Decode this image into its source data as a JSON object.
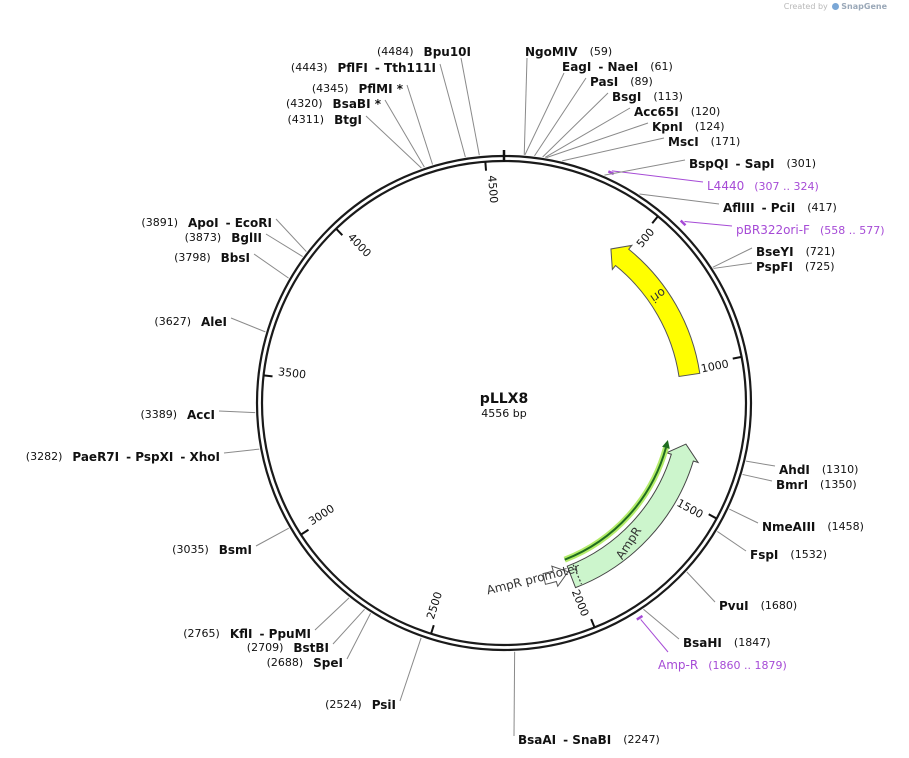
{
  "credit": {
    "prefix": "Created by",
    "brand": "SnapGene"
  },
  "plasmid": {
    "name": "pLLX8",
    "length_label": "4556 bp",
    "length": 4556
  },
  "ticks": [
    {
      "label": "500",
      "bp": 500
    },
    {
      "label": "1000",
      "bp": 1000
    },
    {
      "label": "1500",
      "bp": 1500
    },
    {
      "label": "2000",
      "bp": 2000
    },
    {
      "label": "2500",
      "bp": 2500
    },
    {
      "label": "3000",
      "bp": 3000
    },
    {
      "label": "3500",
      "bp": 3500
    },
    {
      "label": "4000",
      "bp": 4000
    },
    {
      "label": "4500",
      "bp": 4500
    }
  ],
  "sites": [
    {
      "pos": "(59)",
      "bp": 59,
      "names": [
        "NgoMIV"
      ],
      "side": "right"
    },
    {
      "pos": "(61)",
      "bp": 61,
      "names": [
        "EagI",
        "NaeI"
      ],
      "side": "right"
    },
    {
      "pos": "(89)",
      "bp": 89,
      "names": [
        "PasI"
      ],
      "side": "right"
    },
    {
      "pos": "(113)",
      "bp": 113,
      "names": [
        "BsgI"
      ],
      "side": "right"
    },
    {
      "pos": "(120)",
      "bp": 120,
      "names": [
        "Acc65I"
      ],
      "side": "right"
    },
    {
      "pos": "(124)",
      "bp": 124,
      "names": [
        "KpnI"
      ],
      "side": "right"
    },
    {
      "pos": "(171)",
      "bp": 171,
      "names": [
        "MscI"
      ],
      "side": "right"
    },
    {
      "pos": "(301)",
      "bp": 301,
      "names": [
        "BspQI",
        "SapI"
      ],
      "side": "right"
    },
    {
      "pos": "(417)",
      "bp": 417,
      "names": [
        "AflIII",
        "PciI"
      ],
      "side": "right"
    },
    {
      "pos": "(721)",
      "bp": 721,
      "names": [
        "BseYI"
      ],
      "side": "right"
    },
    {
      "pos": "(725)",
      "bp": 725,
      "names": [
        "PspFI"
      ],
      "side": "right"
    },
    {
      "pos": "(1310)",
      "bp": 1310,
      "names": [
        "AhdI"
      ],
      "side": "right"
    },
    {
      "pos": "(1350)",
      "bp": 1350,
      "names": [
        "BmrI"
      ],
      "side": "right"
    },
    {
      "pos": "(1458)",
      "bp": 1458,
      "names": [
        "NmeAIII"
      ],
      "side": "right"
    },
    {
      "pos": "(1532)",
      "bp": 1532,
      "names": [
        "FspI"
      ],
      "side": "right"
    },
    {
      "pos": "(1680)",
      "bp": 1680,
      "names": [
        "PvuI"
      ],
      "side": "right"
    },
    {
      "pos": "(1847)",
      "bp": 1847,
      "names": [
        "BsaHI"
      ],
      "side": "right"
    },
    {
      "pos": "(2247)",
      "bp": 2247,
      "names": [
        "BsaAI",
        "SnaBI"
      ],
      "side": "right"
    },
    {
      "pos": "(2524)",
      "bp": 2524,
      "names": [
        "PsiI"
      ],
      "side": "left"
    },
    {
      "pos": "(2688)",
      "bp": 2688,
      "names": [
        "SpeI"
      ],
      "side": "left"
    },
    {
      "pos": "(2709)",
      "bp": 2709,
      "names": [
        "BstBI"
      ],
      "side": "left"
    },
    {
      "pos": "(2765)",
      "bp": 2765,
      "names": [
        "KflI",
        "PpuMI"
      ],
      "side": "left"
    },
    {
      "pos": "(3035)",
      "bp": 3035,
      "names": [
        "BsmI"
      ],
      "side": "left"
    },
    {
      "pos": "(3282)",
      "bp": 3282,
      "names": [
        "PaeR7I",
        "PspXI",
        "XhoI"
      ],
      "side": "left"
    },
    {
      "pos": "(3389)",
      "bp": 3389,
      "names": [
        "AccI"
      ],
      "side": "left"
    },
    {
      "pos": "(3627)",
      "bp": 3627,
      "names": [
        "AleI"
      ],
      "side": "left"
    },
    {
      "pos": "(3798)",
      "bp": 3798,
      "names": [
        "BbsI"
      ],
      "side": "left"
    },
    {
      "pos": "(3873)",
      "bp": 3873,
      "names": [
        "BglII"
      ],
      "side": "left"
    },
    {
      "pos": "(3891)",
      "bp": 3891,
      "names": [
        "ApoI",
        "EcoRI"
      ],
      "side": "left"
    },
    {
      "pos": "(4311)",
      "bp": 4311,
      "names": [
        "BtgI"
      ],
      "side": "left"
    },
    {
      "pos": "(4320)",
      "bp": 4320,
      "names": [
        "BsaBI *"
      ],
      "side": "left"
    },
    {
      "pos": "(4345)",
      "bp": 4345,
      "names": [
        "PflMI *"
      ],
      "side": "left"
    },
    {
      "pos": "(4443)",
      "bp": 4443,
      "names": [
        "PflFI",
        "Tth111I"
      ],
      "side": "left"
    },
    {
      "pos": "(4484)",
      "bp": 4484,
      "names": [
        "Bpu10I"
      ],
      "side": "left"
    }
  ],
  "primers": [
    {
      "name": "L4440",
      "range": "(307 .. 324)",
      "start": 307,
      "end": 324
    },
    {
      "name": "pBR322ori-F",
      "range": "(558 .. 577)",
      "start": 558,
      "end": 577
    },
    {
      "name": "Amp-R",
      "range": "(1860 .. 1879)",
      "start": 1860,
      "end": 1879
    }
  ],
  "features": [
    {
      "name": "ori",
      "start": 1030,
      "end": 440,
      "direction": "reverse",
      "color": "#ffff00"
    },
    {
      "name": "AmpR",
      "start": 2010,
      "end": 1300,
      "direction": "reverse",
      "color": "#ccf5cc"
    },
    {
      "name": "AmpR promoter",
      "start": 2115,
      "end": 2015,
      "direction": "reverse",
      "color": "#ffffff"
    }
  ],
  "orf": {
    "start": 2010,
    "end": 1300,
    "direction": "reverse",
    "color": "#1f6d1f",
    "highlight": "#b4ec6a"
  },
  "colors": {
    "backbone": "#1a1a1a",
    "primer": "#a64bd6",
    "leader": "#8a8a8a"
  }
}
